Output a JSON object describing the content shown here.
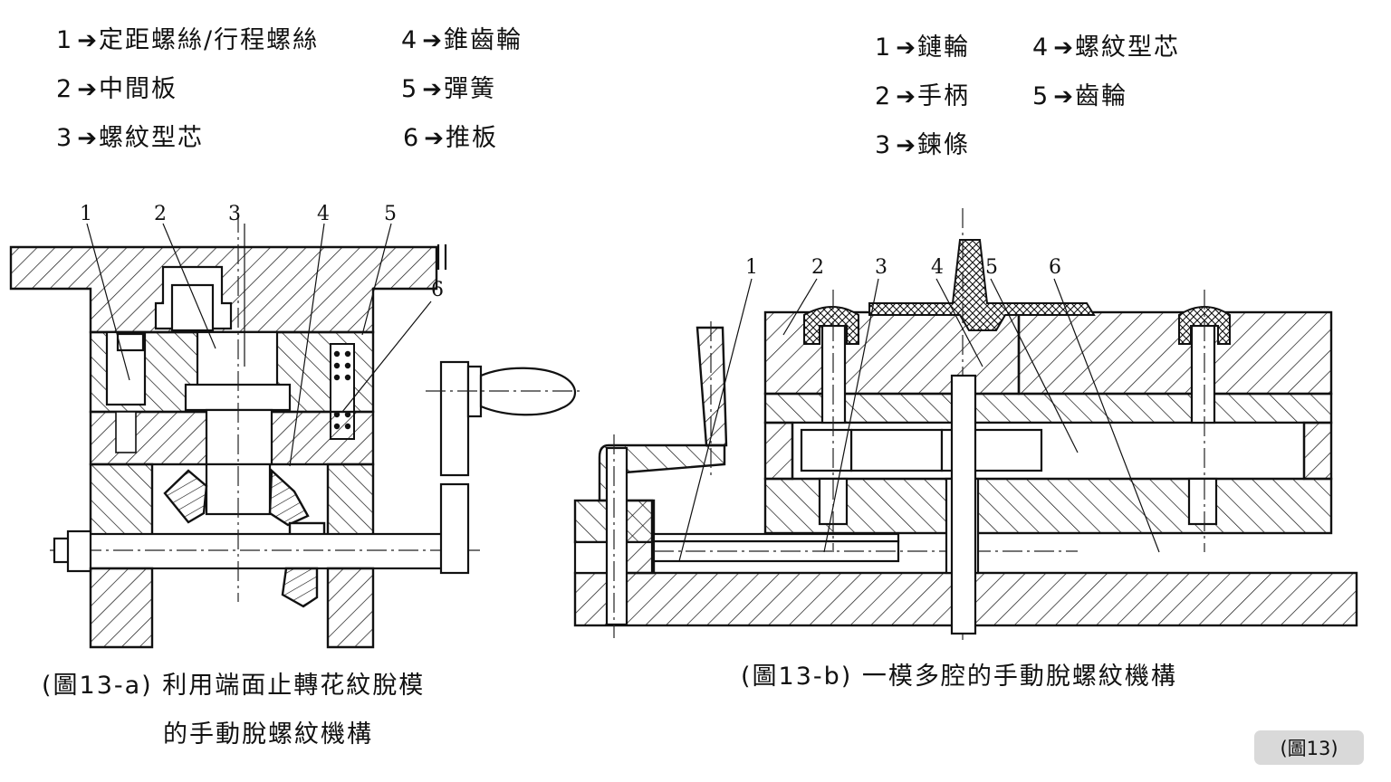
{
  "legend_a": {
    "items": [
      {
        "num": "1",
        "arrow": "➔",
        "label": "定距螺絲/行程螺絲"
      },
      {
        "num": "2",
        "arrow": "➔",
        "label": "中間板"
      },
      {
        "num": "3",
        "arrow": "➔",
        "label": "螺紋型芯"
      },
      {
        "num": "4",
        "arrow": "➔",
        "label": "錐齒輪"
      },
      {
        "num": "5",
        "arrow": "➔",
        "label": "彈簧"
      },
      {
        "num": "6",
        "arrow": "➔",
        "label": "推板"
      }
    ]
  },
  "legend_b": {
    "items": [
      {
        "num": "1",
        "arrow": "➔",
        "label": "鏈輪"
      },
      {
        "num": "2",
        "arrow": "➔",
        "label": "手柄"
      },
      {
        "num": "3",
        "arrow": "➔",
        "label": "鍊條"
      },
      {
        "num": "4",
        "arrow": "➔",
        "label": "螺紋型芯"
      },
      {
        "num": "5",
        "arrow": "➔",
        "label": "齒輪"
      }
    ]
  },
  "figure_a": {
    "callouts": [
      "1",
      "2",
      "3",
      "4",
      "5",
      "6"
    ],
    "caption_line1": "(圖13-a) 利用端面止轉花紋脫模",
    "caption_line2": "的手動脫螺紋機構"
  },
  "figure_b": {
    "callouts": [
      "1",
      "2",
      "3",
      "4",
      "5",
      "6"
    ],
    "caption": "(圖13-b) 一模多腔的手動脫螺紋機構"
  },
  "badge": {
    "label": "(圖13)"
  },
  "colors": {
    "badge_bg": "#d9d9d9",
    "ink": "#111111",
    "background": "#ffffff"
  }
}
